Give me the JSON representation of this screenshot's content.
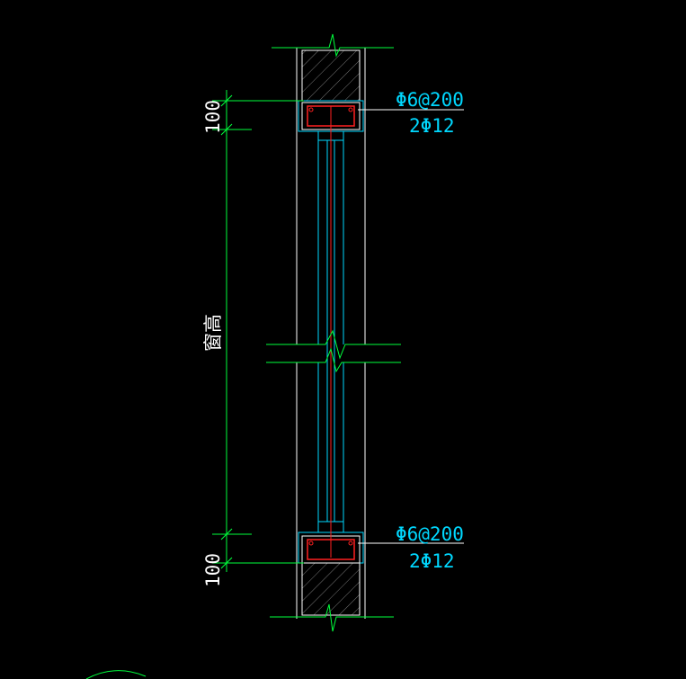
{
  "colors": {
    "background": "#000000",
    "wall": "#ffffff",
    "dimension": "#00ff3c",
    "window": "#00d8ff",
    "rebar": "#ff2020",
    "leader": "#ffffff"
  },
  "annotations": {
    "top_stirrup": "Φ6@200",
    "top_bars": "2Φ12",
    "bottom_stirrup": "Φ6@200",
    "bottom_bars": "2Φ12"
  },
  "dimensions": {
    "top_lintel": "100",
    "window_height": "窗高",
    "bottom_sill": "100"
  }
}
